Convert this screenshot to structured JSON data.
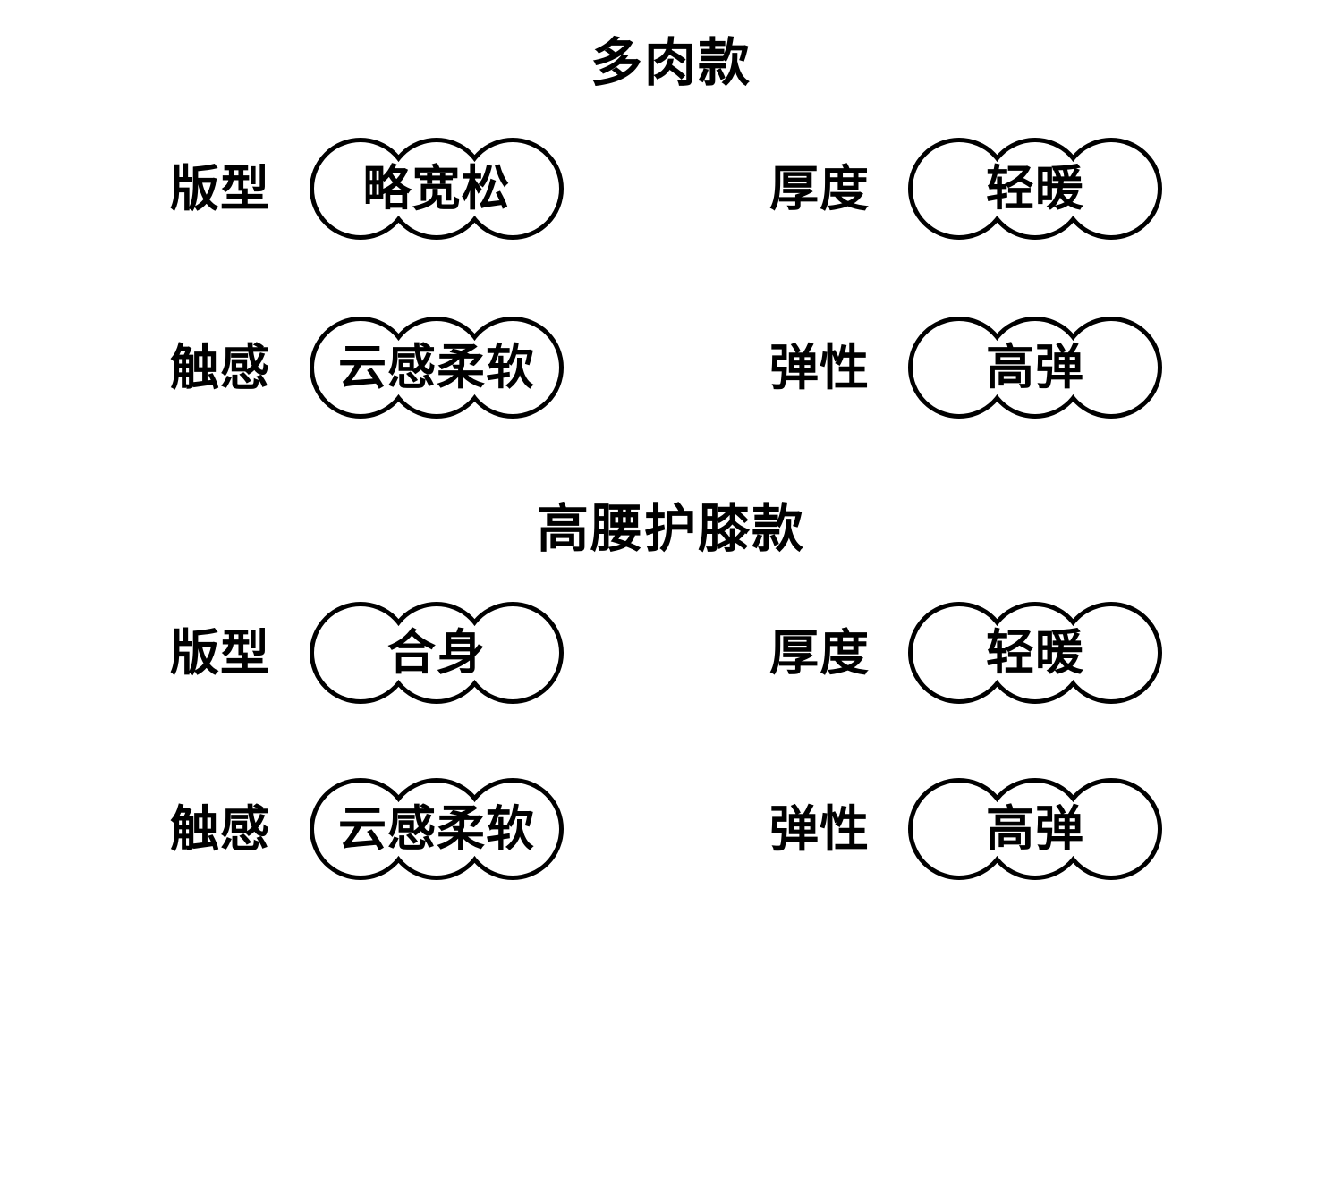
{
  "canvas": {
    "background": "#ffffff",
    "line_color": "#000000",
    "text_color": "#000000"
  },
  "sections": [
    {
      "title": "多肉款",
      "items": [
        {
          "label": "版型",
          "value": "略宽松"
        },
        {
          "label": "厚度",
          "value": "轻暖"
        },
        {
          "label": "触感",
          "value": "云感柔软"
        },
        {
          "label": "弹性",
          "value": "高弹"
        }
      ]
    },
    {
      "title": "高腰护膝款",
      "items": [
        {
          "label": "版型",
          "value": "合身"
        },
        {
          "label": "厚度",
          "value": "轻暖"
        },
        {
          "label": "触感",
          "value": "云感柔软"
        },
        {
          "label": "弹性",
          "value": "高弹"
        }
      ]
    }
  ]
}
